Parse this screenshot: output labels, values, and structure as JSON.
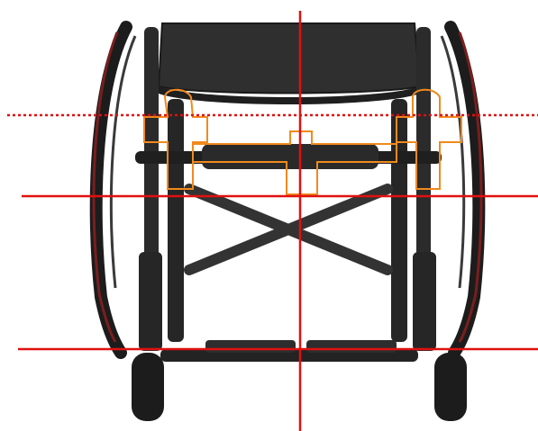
{
  "colors": {
    "background": "#ffffff",
    "frame": "#2b2b2b",
    "frame_dark": "#171717",
    "frame_light": "#4a4a4a",
    "seat": "#2f2f2f",
    "wheel_rim": "#7a1e1e",
    "tire": "#1c1c1c",
    "highlight": "#f08a1c",
    "guide_line": "#e01010"
  },
  "icons": {
    "subject": "wheelchair-illustration",
    "highlight": "orange-outline-bracket",
    "guide": "red-alignment-line"
  }
}
